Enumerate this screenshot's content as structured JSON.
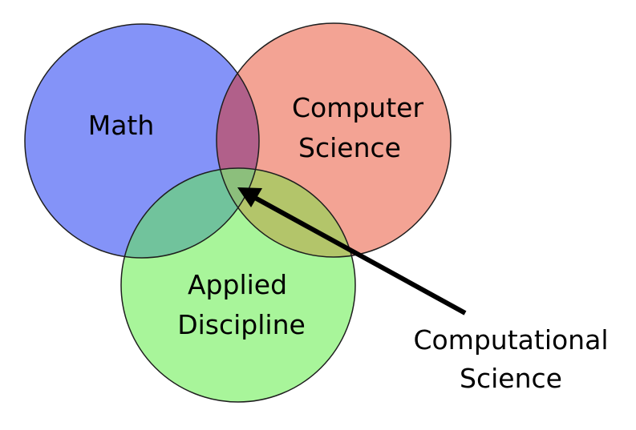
{
  "sets": [
    {
      "id": "math",
      "label_lines": [
        "Math"
      ],
      "fill": "#8493f8"
    },
    {
      "id": "computer-science",
      "label_lines": [
        "Computer",
        "Science"
      ],
      "fill": "#f3a394"
    },
    {
      "id": "applied-discipline",
      "label_lines": [
        "Applied",
        "Discipline"
      ],
      "fill": "#a8f59a"
    }
  ],
  "overlaps": {
    "math_cs": "#b1608a",
    "math_applied": "#71c39c",
    "cs_applied": "#b3c56a",
    "all_three": "#8cbf7c"
  },
  "callout": {
    "label_lines": [
      "Computational",
      "Science"
    ],
    "arrow_color": "#000000"
  },
  "outline_color": "#1e1e1e"
}
